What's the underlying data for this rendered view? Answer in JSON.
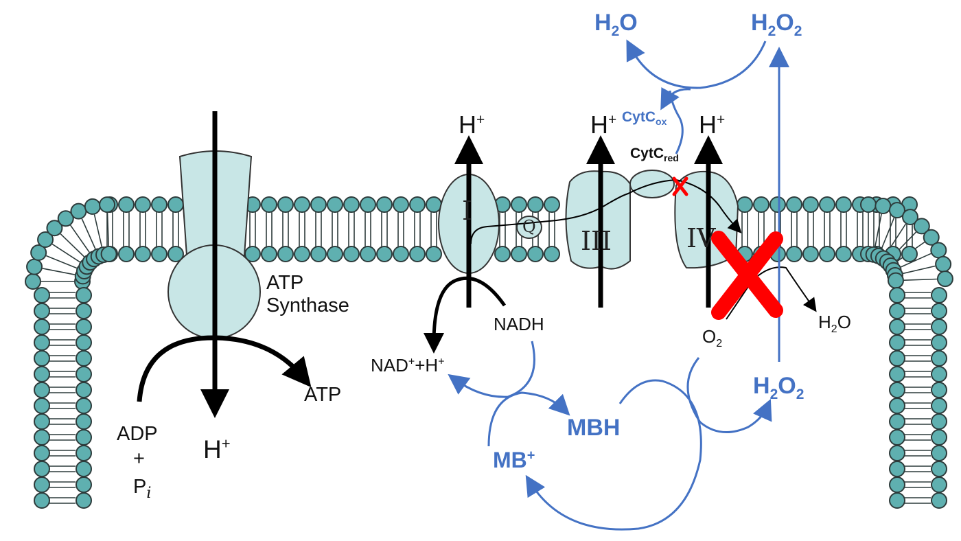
{
  "labels": {
    "atp_synthase_1": "ATP",
    "atp_synthase_2": "Synthase",
    "h_plus_synthase": "H",
    "h_plus_synthase_sup": "+",
    "adp": "ADP",
    "plus": "+",
    "pi": "P",
    "pi_sub": "i",
    "atp": "ATP",
    "complex_1": "I",
    "complex_3": "III",
    "complex_4": "IV",
    "quinone": "Q",
    "h_plus_1": "H",
    "h_plus_1_sup": "+",
    "h_plus_3": "H",
    "h_plus_3_sup": "+",
    "h_plus_4": "H",
    "h_plus_4_sup": "+",
    "nadh": "NADH",
    "nad_a": "NAD",
    "nad_a_sup": "+",
    "nad_b": "+H",
    "nad_b_sup": "+",
    "o2": "O",
    "o2_sub": "2",
    "h2o_right_a": "H",
    "h2o_right_sub": "2",
    "h2o_right_b": "O",
    "cytc_ox": "CytC",
    "cytc_ox_sub": "ox",
    "cytc_red": "CytC",
    "cytc_red_sub": "red",
    "h2o_top_a": "H",
    "h2o_top_sub": "2",
    "h2o_top_b": "O",
    "h2o2_top_a": "H",
    "h2o2_top_sub1": "2",
    "h2o2_top_b": "O",
    "h2o2_top_sub2": "2",
    "h2o2_mid_a": "H",
    "h2o2_mid_sub1": "2",
    "h2o2_mid_b": "O",
    "h2o2_mid_sub2": "2",
    "mbh": "MBH",
    "mb_plus": "MB",
    "mb_plus_sup": "+"
  },
  "colors": {
    "membrane_head": "#5fb0b0",
    "membrane_head_stroke": "#2d3b3b",
    "protein_fill": "#c8e6e6",
    "protein_stroke": "#333333",
    "black_arrow": "#000000",
    "blue_arrow": "#4472c4",
    "red_x": "#ff0000"
  },
  "icons": {
    "inhibition_large": "red-x-mark",
    "inhibition_small": "red-x-mark"
  }
}
